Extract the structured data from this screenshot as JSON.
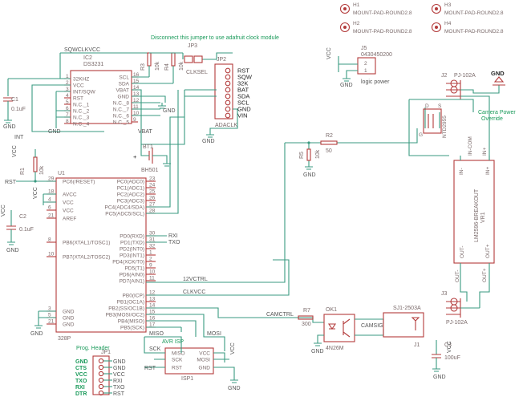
{
  "notes": {
    "jumper_note": "Disconnect this jumper to use adafruit clock module",
    "camera_power_override": "Camera Power\nOverride",
    "prog_header": "Prog. Header",
    "avr_isp": "AVR ISP",
    "logic_power": "logic power"
  },
  "mounting_pads": [
    {
      "ref": "H1",
      "value": "MOUNT-PAD-ROUND2.8"
    },
    {
      "ref": "H2",
      "value": "MOUNT-PAD-ROUND2.8"
    },
    {
      "ref": "H3",
      "value": "MOUNT-PAD-ROUND2.8"
    },
    {
      "ref": "H4",
      "value": "MOUNT-PAD-ROUND2.8"
    }
  ],
  "ic2": {
    "ref": "IC2",
    "value": "DS3231",
    "left_pins": [
      "32KHZ",
      "VCC",
      "INT/SQW",
      "RST",
      "N.C._1",
      "N.C._2",
      "N.C._3",
      "N.C._4"
    ],
    "left_nums": [
      "1",
      "2",
      "3",
      "4",
      "5",
      "6",
      "7",
      "8"
    ],
    "right_pins": [
      "SCL",
      "SDA",
      "VBAT",
      "GND",
      "N.C._8",
      "N.C._7",
      "N.C._6",
      "N.C._5"
    ],
    "right_nums": [
      "16",
      "15",
      "14",
      "13",
      "12",
      "11",
      "10",
      "9"
    ]
  },
  "jp2": {
    "ref": "JP2",
    "value": "ADACLK",
    "pins": [
      "RST",
      "SQW",
      "32K",
      "BAT",
      "SDA",
      "SCL",
      "GND",
      "VIN"
    ]
  },
  "jp3": {
    "ref": "JP3",
    "value": "CLKSEL"
  },
  "j5": {
    "ref": "J5",
    "value": "0430450200",
    "pins": [
      "2",
      "1"
    ]
  },
  "u1": {
    "ref": "U1",
    "value": "328P",
    "left_pins": [
      {
        "num": "29",
        "name": "PC6(/RESET)"
      },
      {
        "num": "18",
        "name": "AVCC"
      },
      {
        "num": "4",
        "name": "VCC"
      },
      {
        "num": "6",
        "name": "VCC"
      },
      {
        "num": "21",
        "name": "AREF"
      },
      {
        "num": "8",
        "name": "PB6(XTAL1/TOSC1)"
      },
      {
        "num": "10",
        "name": "PB7(XTAL2/TOSC2)"
      },
      {
        "num": "3",
        "name": "GND"
      },
      {
        "num": "5",
        "name": "GND"
      },
      {
        "num": "21",
        "name": "GND"
      }
    ],
    "right_pins": [
      {
        "num": "23",
        "name": "PC0(ADC0)"
      },
      {
        "num": "24",
        "name": "PC1(ADC1)"
      },
      {
        "num": "25",
        "name": "PC2(ADC2)"
      },
      {
        "num": "26",
        "name": "PC3(ADC3)"
      },
      {
        "num": "27",
        "name": "PC4(ADC4/SDA)"
      },
      {
        "num": "28",
        "name": "PC5(ADC5/SCL)"
      },
      {
        "num": "30",
        "name": "PD0(RXD)"
      },
      {
        "num": "31",
        "name": "PD1(TXD)"
      },
      {
        "num": "32",
        "name": "PD2(INT0)"
      },
      {
        "num": "1",
        "name": "PD3(INT1)"
      },
      {
        "num": "2",
        "name": "PD4(XCK/T0)"
      },
      {
        "num": "9",
        "name": "PD5(T1)"
      },
      {
        "num": "10",
        "name": "PD6(AIN0)"
      },
      {
        "num": "11",
        "name": "PD7(AIN1)"
      },
      {
        "num": "12",
        "name": "PB0(ICP)"
      },
      {
        "num": "13",
        "name": "PB1(OC1A)"
      },
      {
        "num": "14",
        "name": "PB2(SS/OC1B)"
      },
      {
        "num": "15",
        "name": "PB3(MOSI/OC2)"
      },
      {
        "num": "16",
        "name": "PB4(MISO)"
      },
      {
        "num": "17",
        "name": "PB5(SCK)"
      }
    ]
  },
  "passives": {
    "c1": {
      "ref": "C1",
      "value": "0.1uF"
    },
    "c2": {
      "ref": "C2",
      "value": "0.1uF"
    },
    "c3": {
      "ref": "C3",
      "value": "100uF"
    },
    "r1": {
      "ref": "R1",
      "value": "10k"
    },
    "r2": {
      "ref": "R2",
      "value": "50"
    },
    "r3": {
      "ref": "R3",
      "value": "10k"
    },
    "r4": {
      "ref": "R4",
      "value": "10k"
    },
    "r5": {
      "ref": "R5",
      "value": "10k"
    },
    "r7": {
      "ref": "R7",
      "value": "300"
    },
    "bt1": {
      "ref": "BT1",
      "value": "BH501"
    }
  },
  "ok1": {
    "ref": "OK1",
    "value": "4N26M"
  },
  "j1": {
    "ref": "J1",
    "value": "SJ1-2503A"
  },
  "jp1": {
    "ref": "JP1",
    "labels": [
      "GND",
      "CTS",
      "VCC",
      "TXO",
      "RXI",
      "DTR"
    ],
    "nets": [
      "GND",
      "GND",
      "VCC",
      "RXI",
      "TXO",
      "RST"
    ]
  },
  "isp1": {
    "ref": "ISP1",
    "left": [
      "MISO",
      "SCK",
      "RST"
    ],
    "right": [
      "VCC",
      "MOSI",
      "GND"
    ]
  },
  "vr1": {
    "ref": "VR1",
    "value": "LM2596-BREAKOUT",
    "pins": [
      "IN-",
      "IN+",
      "OUT-",
      "OUT+"
    ]
  },
  "q": {
    "labels": [
      "D",
      "S",
      "G"
    ],
    "side_value": "NTD2955",
    "in_label": "IN-COM",
    "in_plus": "IN+"
  },
  "j2": {
    "ref": "J2",
    "value": "PJ-102A"
  },
  "j3": {
    "ref": "J3",
    "value": "PJ-102A"
  },
  "nets": {
    "sqwclk": "SQWCLKVCC",
    "int": "INT",
    "vbat": "VBAT",
    "rst": "RST",
    "vcc": "VCC",
    "gnd": "GND",
    "rxi": "RXI",
    "txo": "TXO",
    "v12": "12VCTRL",
    "clkvcc": "CLKVCC",
    "camctrl": "CAMCTRL",
    "camsig": "CAMSIG",
    "miso": "MISO",
    "mosi": "MOSI",
    "sck": "SCK"
  }
}
